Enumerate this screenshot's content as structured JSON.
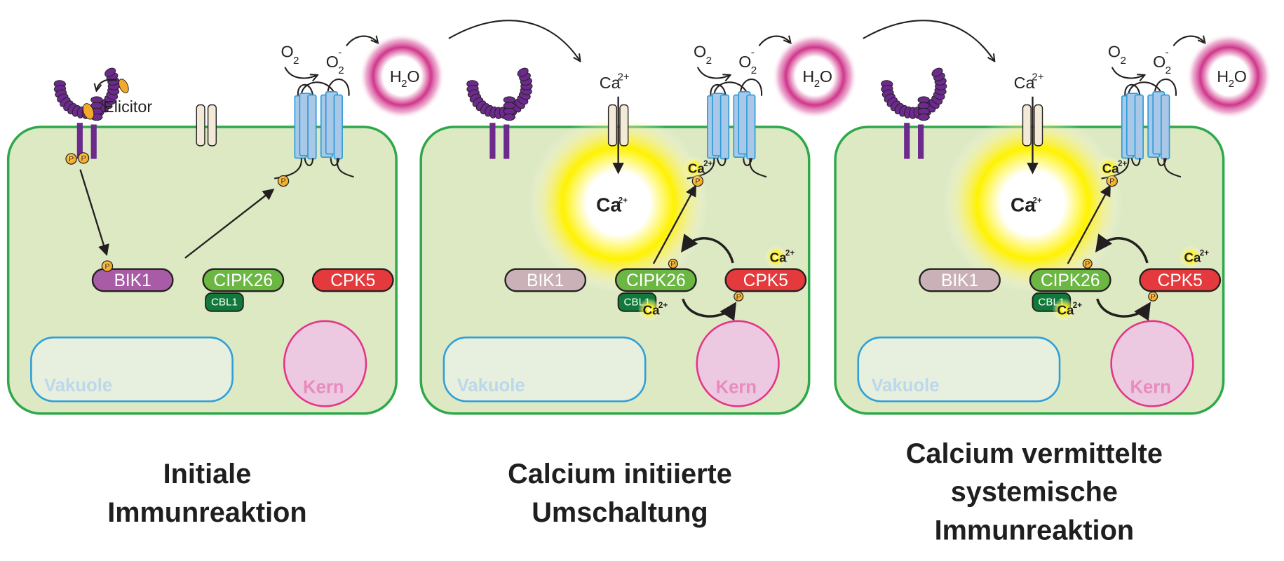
{
  "figure": {
    "colors": {
      "cell_fill": "#dde9c3",
      "cell_border": "#2ea84a",
      "receptor": "#6b2a8c",
      "elicitor": "#f4a92b",
      "channel": "#f2ead6",
      "nadph_oxidase": "#a9c8e8",
      "nadph_border": "#2b9ad6",
      "ros_glow": "#d0358a",
      "calcium_glow": "#fff200",
      "bik1_active": "#a85ca6",
      "bik1_inactive": "#c9b1b7",
      "cipk26": "#6cb644",
      "cbl1": "#117a3a",
      "cpk5": "#e43a3d",
      "vacuole_border": "#2f9fd9",
      "vacuole_fill": "#e7f0de",
      "vacuole_text": "#bcd8ea",
      "nucleus_border": "#e5338a",
      "nucleus_fill": "#ecc9e1",
      "nucleus_text": "#e88bbd",
      "phospho": "#f6b324"
    },
    "labels": {
      "elicitor": "Elicitor",
      "o2": "O",
      "o2_sub": "2",
      "o2_minus_sup": "-",
      "h2o_h": "H",
      "h2o_sub": "2",
      "h2o_o": "O",
      "ca": "Ca",
      "ca_sup": "2+",
      "phospho": "P",
      "bik1": "BIK1",
      "cipk26": "CIPK26",
      "cbl1": "CBL1",
      "cpk5": "CPK5",
      "vacuole": "Vakuole",
      "nucleus": "Kern"
    },
    "panels": [
      {
        "title_lines": [
          "Initiale",
          "Immunreaktion"
        ],
        "stage": "initial",
        "bik1_active": true,
        "calcium_influx": false
      },
      {
        "title_lines": [
          "Calcium initiierte",
          "Umschaltung"
        ],
        "stage": "switch",
        "bik1_active": false,
        "calcium_influx": true
      },
      {
        "title_lines": [
          "Calcium vermittelte",
          "systemische",
          "Immunreaktion"
        ],
        "stage": "systemic",
        "bik1_active": false,
        "calcium_influx": true
      }
    ]
  }
}
